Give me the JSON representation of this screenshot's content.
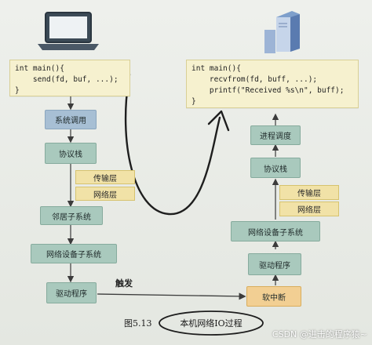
{
  "left": {
    "code": [
      "int main(){",
      "    send(fd, buf, ...);",
      "}"
    ],
    "system_call": "系统调用",
    "protocol_stack": "协议栈",
    "transport_layer": "传输层",
    "network_layer": "网络层",
    "neighbor_subsystem": "邻居子系统",
    "netdev_subsystem": "网络设备子系统",
    "driver": "驱动程序"
  },
  "right": {
    "code": [
      "int main(){",
      "    recvfrom(fd, buff, ...);",
      "    printf(\"Received %s\\n\", buff);",
      "}"
    ],
    "process_scheduling": "进程调度",
    "protocol_stack": "协议栈",
    "transport_layer": "传输层",
    "network_layer": "网络层",
    "netdev_subsystem": "网络设备子系统",
    "driver": "驱动程序",
    "softirq": "软中断"
  },
  "trigger_label": "触发",
  "caption": {
    "number": "图5.13",
    "title": "本机网络IO过程"
  },
  "watermark": "CSDN @进击的程序猿~",
  "icons": {
    "left_device": "laptop-icon",
    "right_device": "server-icon"
  },
  "colors": {
    "code_bg": "#f6f1cf",
    "box_green": "#a9c9bd",
    "box_blue": "#a7bfd4",
    "box_yellow": "#f3e4a6",
    "box_orange": "#f2cf93"
  }
}
